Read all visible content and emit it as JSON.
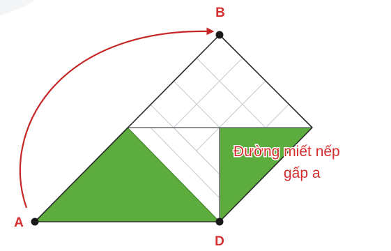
{
  "labels": {
    "point_a": "A",
    "point_b": "B",
    "point_d": "D"
  },
  "annotation": {
    "line1": "Đường miết nếp",
    "line2": "gấp a"
  },
  "colors": {
    "label": "#d42e2e",
    "fold_arrow": "#c62828",
    "green_fill": "#5dac3e",
    "grid_line": "#c9cdd1",
    "outline": "#2a2a2a"
  }
}
